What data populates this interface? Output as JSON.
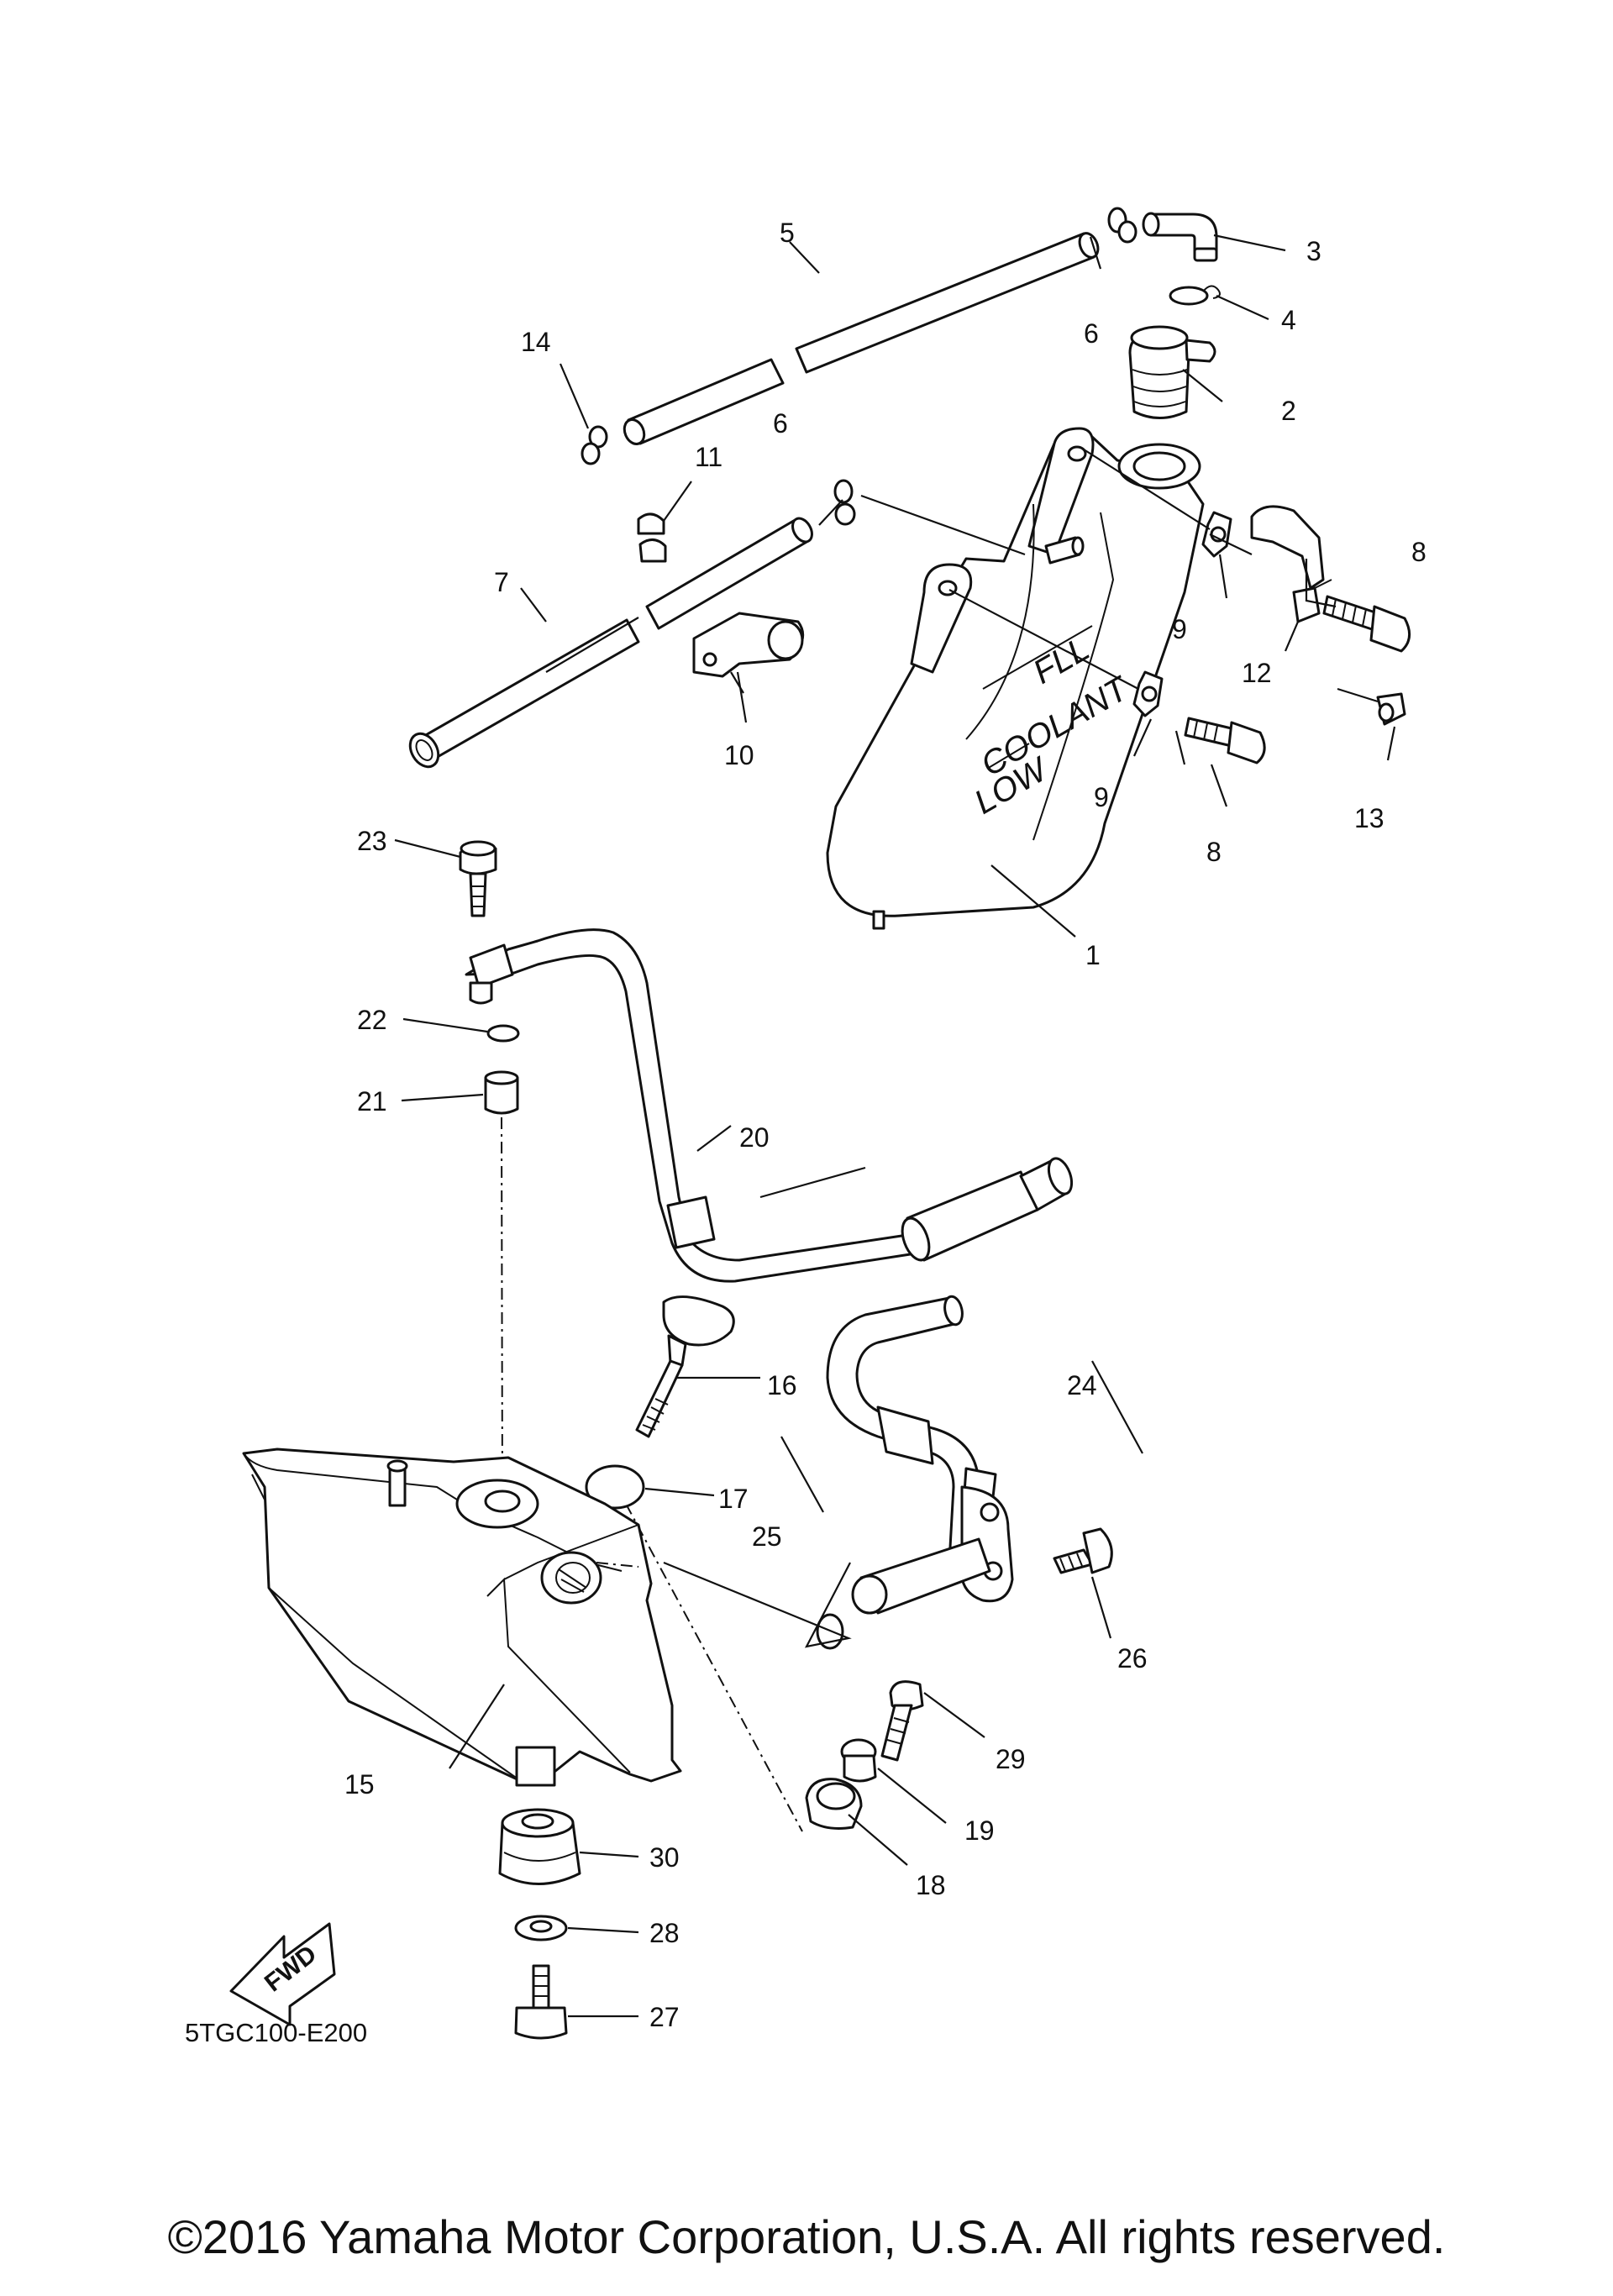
{
  "diagram": {
    "tank_markings": {
      "full": "FLL",
      "coolant": "COOLANT",
      "low": "LOW"
    },
    "fwd_label": "FWD",
    "diagram_code": "5TGC100-E200",
    "callouts": [
      "1",
      "2",
      "3",
      "4",
      "5",
      "6",
      "6",
      "7",
      "8",
      "8",
      "9",
      "9",
      "10",
      "11",
      "12",
      "13",
      "14",
      "15",
      "16",
      "17",
      "18",
      "19",
      "20",
      "21",
      "22",
      "23",
      "24",
      "25",
      "26",
      "27",
      "28",
      "29",
      "30"
    ]
  },
  "footer": {
    "copyright": "©2016 Yamaha Motor Corporation, U.S.A. All rights reserved."
  }
}
